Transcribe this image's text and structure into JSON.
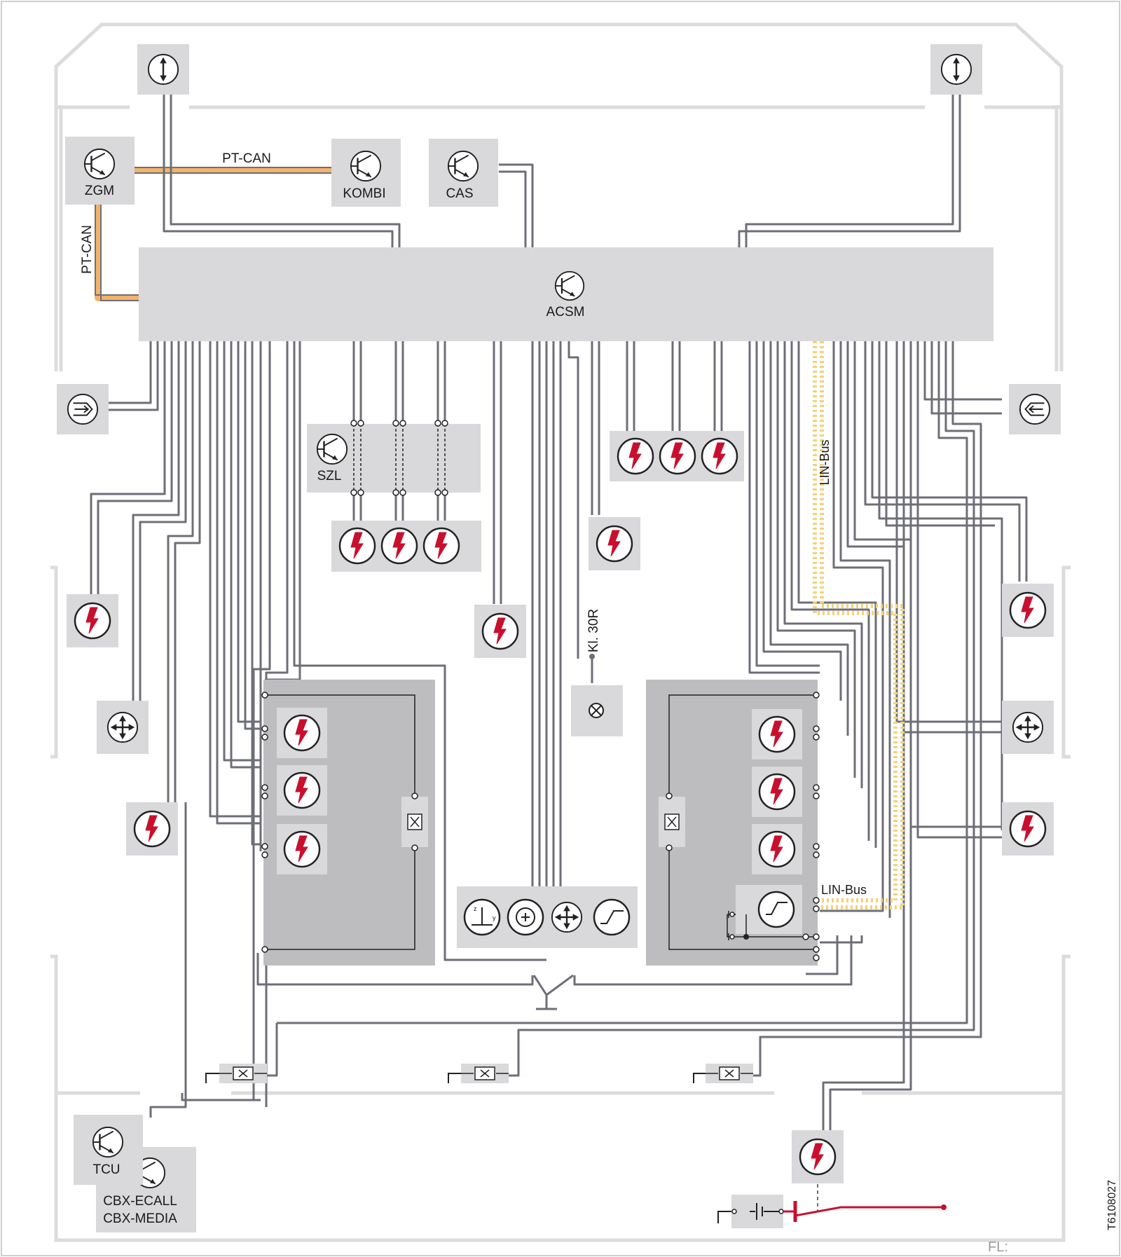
{
  "diagram": {
    "modules": {
      "zgm": "ZGM",
      "kombi": "KOMBI",
      "cas": "CAS",
      "acsm": "ACSM",
      "szl": "SZL",
      "tcu": "TCU",
      "cbx_ecall": "CBX-ECALL",
      "cbx_media": "CBX-MEDIA"
    },
    "bus_labels": {
      "pt_can_horizontal": "PT-CAN",
      "pt_can_vertical": "PT-CAN",
      "lin_bus_vertical": "LIN-Bus",
      "lin_bus_horizontal": "LIN-Bus",
      "kl30r": "Kl. 30R"
    },
    "footer": {
      "fl": "FL:",
      "figure_id": "T6108027"
    },
    "colors": {
      "wire": "#6e6e78",
      "pt_can": "#f2b36b",
      "lin_bus": "#f3d27a",
      "module_fill": "#d9d9db",
      "seat_fill": "#bdbdc0",
      "airbag_red": "#c8102e",
      "chassis": "#dcdcdc"
    },
    "icons": [
      "transistor-icon",
      "airbag-igniter-icon",
      "arrow-vertical-icon",
      "arrow-cross-icon",
      "arrow-in-icon",
      "arrow-out-icon",
      "lamp-icon",
      "fuse-icon",
      "ground-icon",
      "rotation-sensor-icon",
      "accel-sensor-icon",
      "seat-occupancy-icon",
      "battery-icon"
    ]
  }
}
